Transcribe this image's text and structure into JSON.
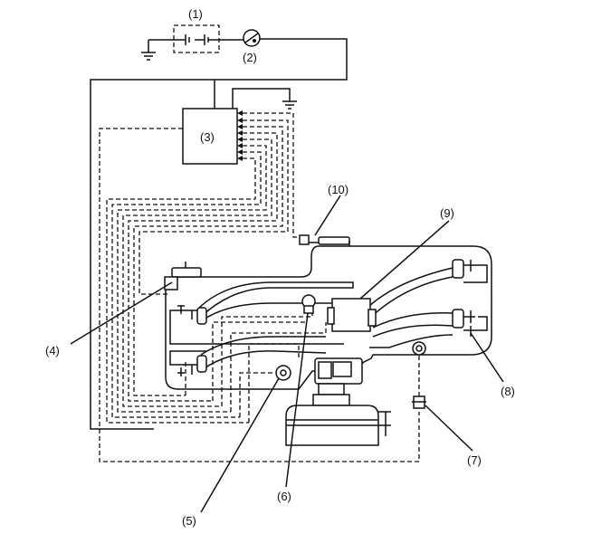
{
  "callouts": {
    "c1": "(1)",
    "c2": "(2)",
    "c3": "(3)",
    "c4": "(4)",
    "c5": "(5)",
    "c6": "(6)",
    "c7": "(7)",
    "c8": "(8)",
    "c9": "(9)",
    "c10": "(10)"
  },
  "colors": {
    "line": "#111111",
    "background": "#ffffff"
  }
}
